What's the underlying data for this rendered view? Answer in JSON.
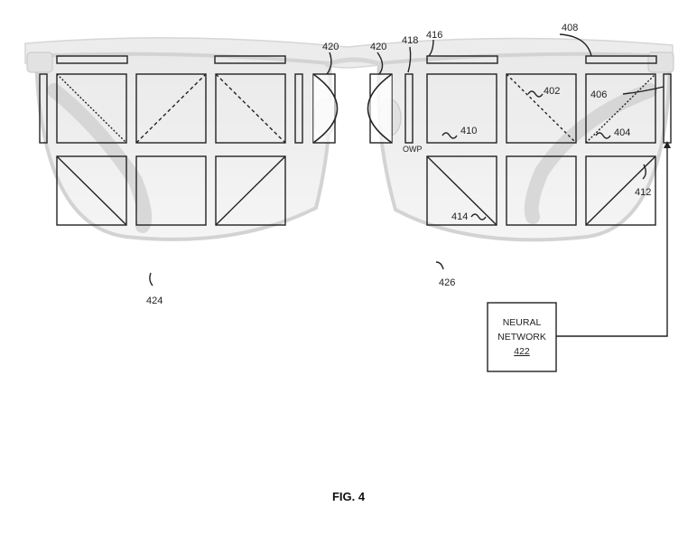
{
  "labels": {
    "l402": "402",
    "l404": "404",
    "l406": "406",
    "l408": "408",
    "l410": "410",
    "l412": "412",
    "l414": "414",
    "l416": "416",
    "l418": "418",
    "l420a": "420",
    "l420b": "420",
    "l424": "424",
    "l426": "426",
    "owp": "OWP"
  },
  "neural_network": {
    "line1": "NEURAL",
    "line2": "NETWORK",
    "ref": "422"
  },
  "caption": "FIG. 4",
  "colors": {
    "ink": "#222222",
    "glasses_shade": "#d8d8d8"
  }
}
